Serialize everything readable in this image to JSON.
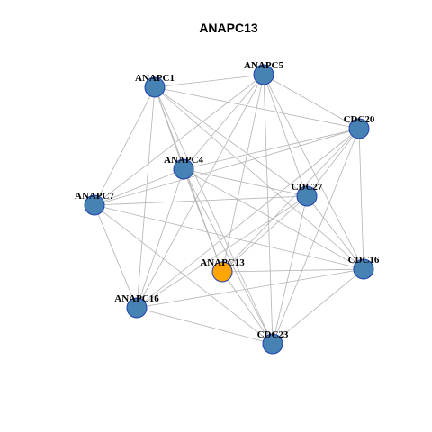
{
  "title": "ANAPC13",
  "colors": {
    "node_fill": "#4682b4",
    "node_stroke": "#1f3fae",
    "highlight_fill": "#ffa500",
    "edge": "#b3b3b3"
  },
  "nodes": [
    {
      "id": "ANAPC1",
      "label": "ANAPC1",
      "highlight": false
    },
    {
      "id": "ANAPC5",
      "label": "ANAPC5",
      "highlight": false
    },
    {
      "id": "CDC20",
      "label": "CDC20",
      "highlight": false
    },
    {
      "id": "ANAPC4",
      "label": "ANAPC4",
      "highlight": false
    },
    {
      "id": "ANAPC7",
      "label": "ANAPC7",
      "highlight": false
    },
    {
      "id": "CDC27",
      "label": "CDC27",
      "highlight": false
    },
    {
      "id": "ANAPC13",
      "label": "ANAPC13",
      "highlight": true
    },
    {
      "id": "CDC16",
      "label": "CDC16",
      "highlight": false
    },
    {
      "id": "ANAPC16",
      "label": "ANAPC16",
      "highlight": false
    },
    {
      "id": "CDC23",
      "label": "CDC23",
      "highlight": false
    }
  ],
  "edges": [
    [
      "ANAPC1",
      "ANAPC5"
    ],
    [
      "ANAPC1",
      "CDC20"
    ],
    [
      "ANAPC1",
      "ANAPC4"
    ],
    [
      "ANAPC1",
      "ANAPC7"
    ],
    [
      "ANAPC1",
      "CDC27"
    ],
    [
      "ANAPC1",
      "ANAPC13"
    ],
    [
      "ANAPC1",
      "CDC16"
    ],
    [
      "ANAPC1",
      "ANAPC16"
    ],
    [
      "ANAPC1",
      "CDC23"
    ],
    [
      "ANAPC5",
      "CDC20"
    ],
    [
      "ANAPC5",
      "ANAPC4"
    ],
    [
      "ANAPC5",
      "ANAPC7"
    ],
    [
      "ANAPC5",
      "CDC27"
    ],
    [
      "ANAPC5",
      "ANAPC13"
    ],
    [
      "ANAPC5",
      "CDC16"
    ],
    [
      "ANAPC5",
      "ANAPC16"
    ],
    [
      "ANAPC5",
      "CDC23"
    ],
    [
      "CDC20",
      "ANAPC4"
    ],
    [
      "CDC20",
      "ANAPC7"
    ],
    [
      "CDC20",
      "CDC27"
    ],
    [
      "CDC20",
      "ANAPC13"
    ],
    [
      "CDC20",
      "CDC16"
    ],
    [
      "CDC20",
      "ANAPC16"
    ],
    [
      "CDC20",
      "CDC23"
    ],
    [
      "ANAPC4",
      "ANAPC7"
    ],
    [
      "ANAPC4",
      "CDC27"
    ],
    [
      "ANAPC4",
      "ANAPC13"
    ],
    [
      "ANAPC4",
      "CDC16"
    ],
    [
      "ANAPC4",
      "ANAPC16"
    ],
    [
      "ANAPC4",
      "CDC23"
    ],
    [
      "ANAPC7",
      "CDC27"
    ],
    [
      "ANAPC7",
      "CDC16"
    ],
    [
      "ANAPC7",
      "ANAPC16"
    ],
    [
      "ANAPC7",
      "CDC23"
    ],
    [
      "CDC27",
      "ANAPC13"
    ],
    [
      "CDC27",
      "CDC16"
    ],
    [
      "CDC27",
      "ANAPC16"
    ],
    [
      "CDC27",
      "CDC23"
    ],
    [
      "ANAPC13",
      "CDC16"
    ],
    [
      "ANAPC13",
      "CDC23"
    ],
    [
      "CDC16",
      "ANAPC16"
    ],
    [
      "CDC16",
      "CDC23"
    ],
    [
      "ANAPC16",
      "CDC23"
    ]
  ]
}
